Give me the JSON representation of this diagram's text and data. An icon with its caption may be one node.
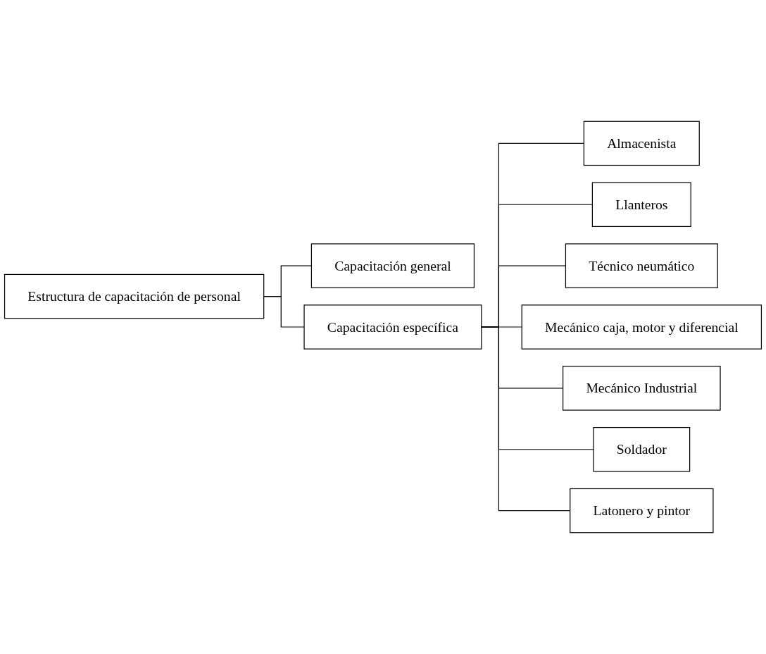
{
  "diagram": {
    "nodes": [
      {
        "text": [
          "Estructura de capacitación de personal"
        ]
      },
      {
        "text": [
          "Capacitación general"
        ]
      },
      {
        "text": [
          "Capacitación específica"
        ]
      },
      {
        "text": [
          "Almacenista"
        ]
      },
      {
        "text": [
          "Llanteros"
        ]
      },
      {
        "text": [
          "Técnico neumático"
        ]
      },
      {
        "text": [
          "Mecánico caja, motor y diferencial"
        ]
      },
      {
        "text": [
          "Mecánico Industrial"
        ]
      },
      {
        "text": [
          "Soldador"
        ]
      },
      {
        "text": [
          "Latonero y pintor"
        ]
      }
    ],
    "edges": [
      {
        "from": 0,
        "to": 1,
        "arrow": "none"
      },
      {
        "from": 0,
        "to": 2,
        "arrow": "none"
      },
      {
        "from": 2,
        "to": 3,
        "arrow": "none"
      },
      {
        "from": 2,
        "to": 4,
        "arrow": "none"
      },
      {
        "from": 2,
        "to": 5,
        "arrow": "none"
      },
      {
        "from": 2,
        "to": 6,
        "arrow": "none"
      },
      {
        "from": 2,
        "to": 7,
        "arrow": "none"
      },
      {
        "from": 2,
        "to": 8,
        "arrow": "none"
      },
      {
        "from": 2,
        "to": 9,
        "arrow": "none"
      }
    ]
  }
}
